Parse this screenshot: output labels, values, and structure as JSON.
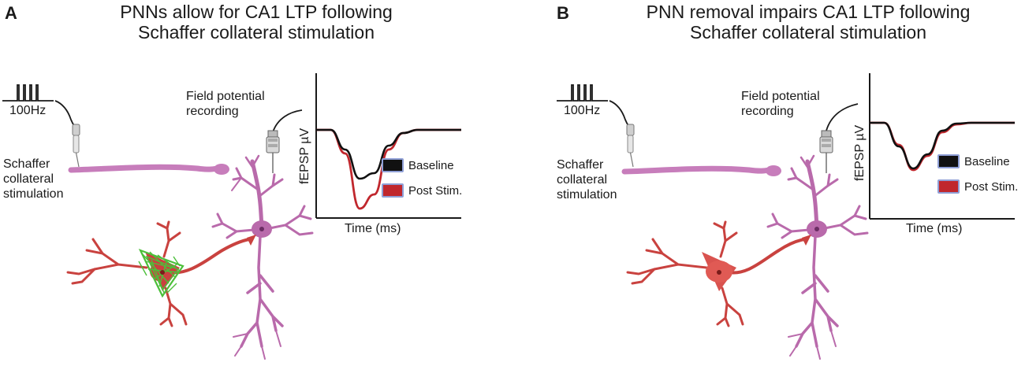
{
  "colors": {
    "baseline": "#111111",
    "post_stim": "#c0272d",
    "legend_border": "#8f9fd6",
    "axon_pink": "#c77dbb",
    "pyramidal_pink": "#b96aab",
    "interneuron_red": "#c9423f",
    "pnn_green": "#4cbf3a"
  },
  "panels": [
    {
      "id": "A",
      "letter": "A",
      "title_line1": "PNNs allow for CA1 LTP following",
      "title_line2": "Schaffer collateral stimulation",
      "stim_freq": "100Hz",
      "stim_label": [
        "Schaffer",
        "collateral",
        "stimulation"
      ],
      "record_label": [
        "Field potential",
        "recording"
      ],
      "xlabel": "Time (ms)",
      "ylabel": "fEPSP µV",
      "legend": [
        "Baseline",
        "Post Stim."
      ],
      "has_pnn": true
    },
    {
      "id": "B",
      "letter": "B",
      "title_line1": "PNN removal impairs CA1 LTP following",
      "title_line2": "Schaffer collateral stimulation",
      "stim_freq": "100Hz",
      "stim_label": [
        "Schaffer",
        "collateral",
        "stimulation"
      ],
      "record_label": [
        "Field potential",
        "recording"
      ],
      "xlabel": "Time (ms)",
      "ylabel": "fEPSP µV",
      "legend": [
        "Baseline",
        "Post Stim."
      ],
      "has_pnn": false
    }
  ],
  "chart_data": [
    {
      "type": "line",
      "panel": "A",
      "title": "",
      "xlabel": "Time (ms)",
      "ylabel": "fEPSP µV",
      "x": [
        0,
        1,
        2,
        3,
        4,
        5,
        6,
        7,
        8,
        9,
        10
      ],
      "series": [
        {
          "name": "Baseline",
          "color": "#111111",
          "values": [
            0,
            0,
            -0.25,
            -0.62,
            -0.55,
            -0.2,
            -0.04,
            0,
            0,
            0,
            0
          ]
        },
        {
          "name": "Post Stim.",
          "color": "#c0272d",
          "values": [
            0,
            0,
            -0.3,
            -1.0,
            -0.82,
            -0.25,
            -0.04,
            0,
            0,
            0,
            0
          ]
        }
      ],
      "ylim": [
        -1.1,
        0.3
      ],
      "grid": false,
      "legend_position": "bottom-right"
    },
    {
      "type": "line",
      "panel": "B",
      "title": "",
      "xlabel": "Time (ms)",
      "ylabel": "fEPSP µV",
      "x": [
        0,
        1,
        2,
        3,
        4,
        5,
        6,
        7,
        8,
        9,
        10
      ],
      "series": [
        {
          "name": "Baseline",
          "color": "#111111",
          "values": [
            0,
            0,
            -0.3,
            -0.58,
            -0.4,
            -0.1,
            -0.01,
            0,
            0,
            0,
            0
          ]
        },
        {
          "name": "Post Stim.",
          "color": "#c0272d",
          "values": [
            0,
            0,
            -0.28,
            -0.6,
            -0.42,
            -0.12,
            -0.02,
            0,
            0,
            0,
            0
          ]
        }
      ],
      "ylim": [
        -1.1,
        0.3
      ],
      "grid": false,
      "legend_position": "bottom-right"
    }
  ]
}
